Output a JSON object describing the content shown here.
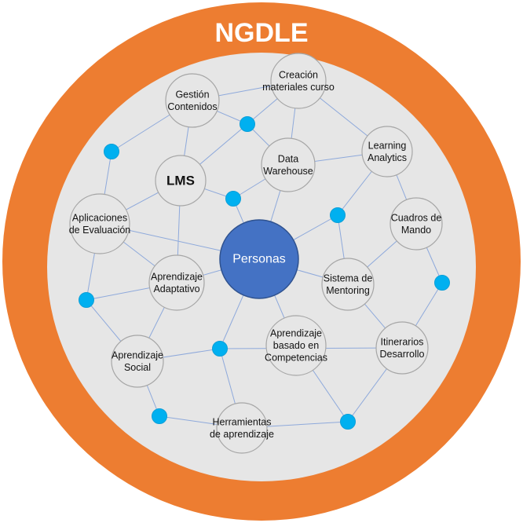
{
  "title": "NGDLE",
  "colors": {
    "outer_ring": "#ED7D31",
    "inner_disc": "#E6E6E6",
    "node_fill": "#E6E6E6",
    "node_stroke": "#A6A6A6",
    "center_fill": "#4472C4",
    "center_stroke": "#2F528F",
    "connector_dot": "#00B0F0",
    "edge": "#8EA9DB"
  },
  "center": {
    "id": "personas",
    "label": "Personas"
  },
  "nodes": [
    {
      "id": "gestion",
      "lines": [
        "Gestión",
        "Contenidos"
      ]
    },
    {
      "id": "creacion",
      "lines": [
        "Creación",
        "materiales curso"
      ]
    },
    {
      "id": "lms",
      "lines": [
        "LMS"
      ]
    },
    {
      "id": "datawarehouse",
      "lines": [
        "Data",
        "Warehouse"
      ]
    },
    {
      "id": "learning",
      "lines": [
        "Learning",
        "Analytics"
      ]
    },
    {
      "id": "aplicaciones",
      "lines": [
        "Aplicaciones",
        "de Evaluación"
      ]
    },
    {
      "id": "cuadros",
      "lines": [
        "Cuadros de",
        "Mando"
      ]
    },
    {
      "id": "adaptativo",
      "lines": [
        "Aprendizaje",
        "Adaptativo"
      ]
    },
    {
      "id": "mentoring",
      "lines": [
        "Sistema de",
        "Mentoring"
      ]
    },
    {
      "id": "competencias",
      "lines": [
        "Aprendizaje",
        "basado en",
        "Competencias"
      ]
    },
    {
      "id": "itinerarios",
      "lines": [
        "Itinerarios",
        "Desarrollo"
      ]
    },
    {
      "id": "social",
      "lines": [
        "Aprendizaje",
        "Social"
      ]
    },
    {
      "id": "herramientas",
      "lines": [
        "Herramientas",
        "de aprendizaje"
      ]
    }
  ],
  "connectors": [
    "d1",
    "d2",
    "d3",
    "d4",
    "d5",
    "d6",
    "d7",
    "d8",
    "d9"
  ],
  "edges": [
    [
      "gestion",
      "creacion"
    ],
    [
      "gestion",
      "lms"
    ],
    [
      "gestion",
      "d2"
    ],
    [
      "gestion",
      "d1"
    ],
    [
      "creacion",
      "learning"
    ],
    [
      "creacion",
      "datawarehouse"
    ],
    [
      "d2",
      "lms"
    ],
    [
      "d2",
      "creacion"
    ],
    [
      "d2",
      "datawarehouse"
    ],
    [
      "d1",
      "aplicaciones"
    ],
    [
      "lms",
      "aplicaciones"
    ],
    [
      "lms",
      "adaptativo"
    ],
    [
      "lms",
      "d3"
    ],
    [
      "d3",
      "datawarehouse"
    ],
    [
      "d3",
      "personas"
    ],
    [
      "datawarehouse",
      "learning"
    ],
    [
      "datawarehouse",
      "personas"
    ],
    [
      "learning",
      "cuadros"
    ],
    [
      "learning",
      "d4"
    ],
    [
      "d4",
      "personas"
    ],
    [
      "d4",
      "mentoring"
    ],
    [
      "cuadros",
      "mentoring"
    ],
    [
      "cuadros",
      "d6"
    ],
    [
      "d6",
      "itinerarios"
    ],
    [
      "aplicaciones",
      "adaptativo"
    ],
    [
      "aplicaciones",
      "d5"
    ],
    [
      "aplicaciones",
      "personas"
    ],
    [
      "d5",
      "adaptativo"
    ],
    [
      "d5",
      "social"
    ],
    [
      "adaptativo",
      "social"
    ],
    [
      "adaptativo",
      "personas"
    ],
    [
      "personas",
      "mentoring"
    ],
    [
      "personas",
      "d7"
    ],
    [
      "personas",
      "competencias"
    ],
    [
      "mentoring",
      "itinerarios"
    ],
    [
      "d7",
      "social"
    ],
    [
      "d7",
      "herramientas"
    ],
    [
      "d7",
      "itinerarios"
    ],
    [
      "competencias",
      "d9"
    ],
    [
      "itinerarios",
      "d9"
    ],
    [
      "d9",
      "herramientas"
    ],
    [
      "social",
      "d8"
    ],
    [
      "d8",
      "herramientas"
    ]
  ]
}
